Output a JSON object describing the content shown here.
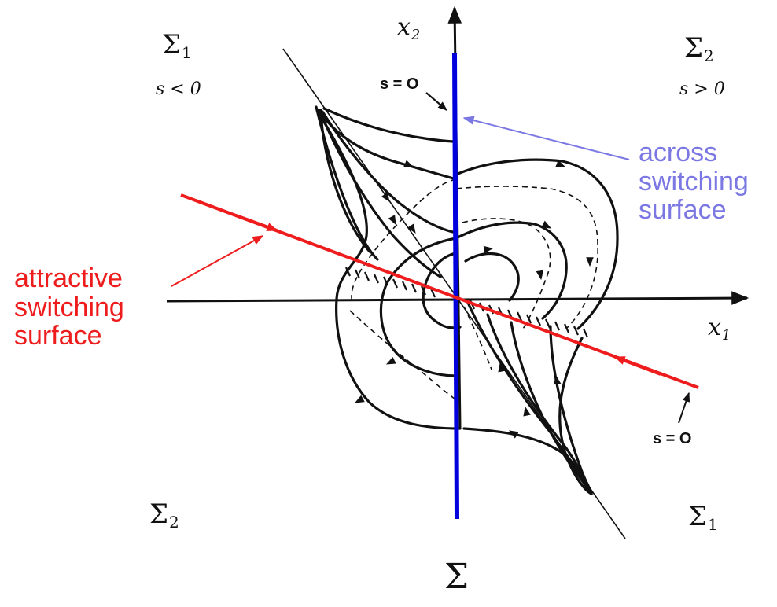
{
  "regions": {
    "top_left": {
      "symbol": "Σ",
      "index": "1",
      "condition": "s < 0"
    },
    "top_right": {
      "symbol": "Σ",
      "index": "2",
      "condition": "s > 0"
    },
    "bottom_left": {
      "symbol": "Σ",
      "index": "2"
    },
    "bottom_right": {
      "symbol": "Σ",
      "index": "1"
    }
  },
  "axes": {
    "x_var": "x",
    "x_index": "1",
    "y_var": "x",
    "y_index": "2"
  },
  "switching_labels": {
    "top": "s = O",
    "bottom": "s = O"
  },
  "annotations": {
    "across": [
      "across",
      "switching",
      "surface"
    ],
    "attractive": [
      "attractive",
      "switching",
      "surface"
    ]
  },
  "bottom_label": "Σ",
  "colors": {
    "attractive": "#ee1c1c",
    "across_line": "#0000dd",
    "across_text": "#7b78e3",
    "trajectories": "#111111"
  }
}
